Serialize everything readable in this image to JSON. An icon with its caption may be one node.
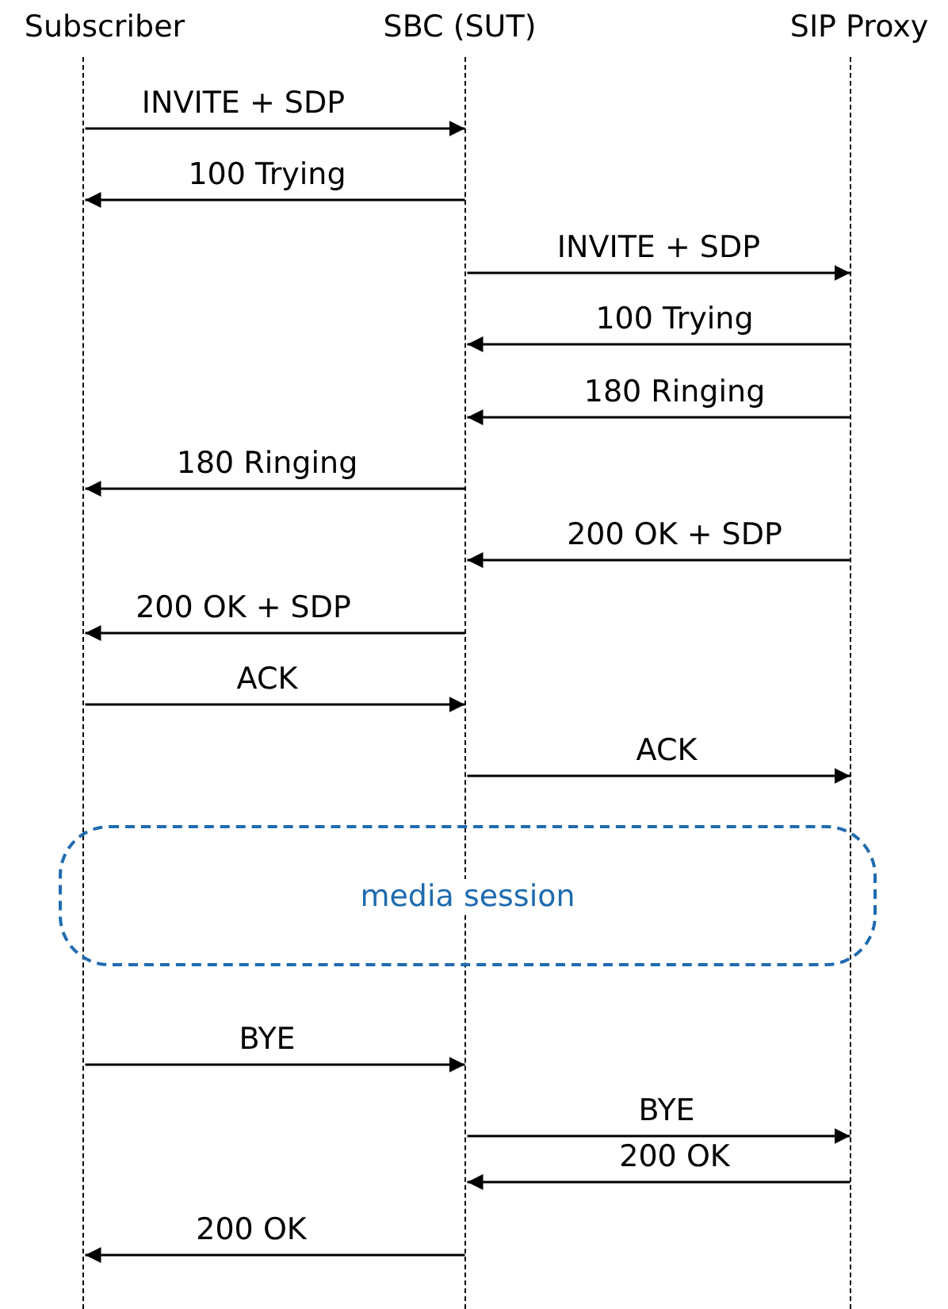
{
  "diagram": {
    "nodes": [
      {
        "text": [
          "Subscriber"
        ]
      },
      {
        "text": [
          "SBC (SUT)"
        ]
      },
      {
        "text": [
          "SIP Proxy"
        ]
      },
      {
        "text": [],
        "shape": "line"
      },
      {
        "text": [],
        "shape": "line"
      },
      {
        "text": [],
        "shape": "line"
      },
      {
        "text": [
          "media session"
        ]
      }
    ],
    "edges": [
      {
        "from": 3,
        "to": 4,
        "arrow": "to",
        "label": "INVITE + SDP"
      },
      {
        "from": 4,
        "to": 3,
        "arrow": "to",
        "label": "100 Trying"
      },
      {
        "from": 4,
        "to": 5,
        "arrow": "to",
        "label": "INVITE + SDP"
      },
      {
        "from": 5,
        "to": 4,
        "arrow": "to",
        "label": "100 Trying"
      },
      {
        "from": 5,
        "to": 4,
        "arrow": "to",
        "label": "180 Ringing"
      },
      {
        "from": 4,
        "to": 3,
        "arrow": "to",
        "label": "180 Ringing"
      },
      {
        "from": 5,
        "to": 4,
        "arrow": "to",
        "label": "200 OK + SDP"
      },
      {
        "from": 4,
        "to": 3,
        "arrow": "to",
        "label": "200 OK + SDP"
      },
      {
        "from": 3,
        "to": 4,
        "arrow": "to",
        "label": "ACK"
      },
      {
        "from": 4,
        "to": 5,
        "arrow": "to",
        "label": "ACK"
      },
      {
        "from": 3,
        "to": 4,
        "arrow": "to",
        "label": "BYE"
      },
      {
        "from": 4,
        "to": 5,
        "arrow": "to",
        "label": "BYE"
      },
      {
        "from": 5,
        "to": 4,
        "arrow": "to",
        "label": "200 OK"
      },
      {
        "from": 4,
        "to": 3,
        "arrow": "to",
        "label": "200 OK"
      }
    ]
  }
}
